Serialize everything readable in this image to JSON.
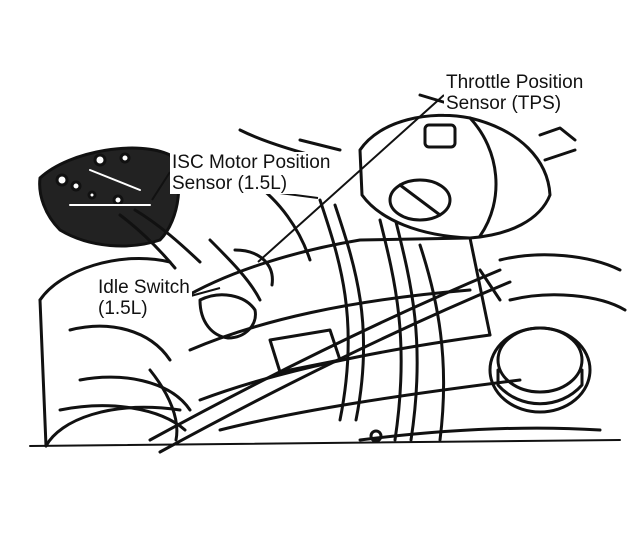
{
  "figure": {
    "callouts": [
      {
        "id": "tps",
        "lines": [
          "Throttle Position",
          "Sensor (TPS)"
        ]
      },
      {
        "id": "isc",
        "lines": [
          "ISC Motor Position",
          "Sensor (1.5L)"
        ]
      },
      {
        "id": "idle",
        "lines": [
          "Idle Switch",
          "(1.5L)"
        ]
      }
    ]
  },
  "style": {
    "ink": "#111111",
    "paper": "#ffffff"
  }
}
